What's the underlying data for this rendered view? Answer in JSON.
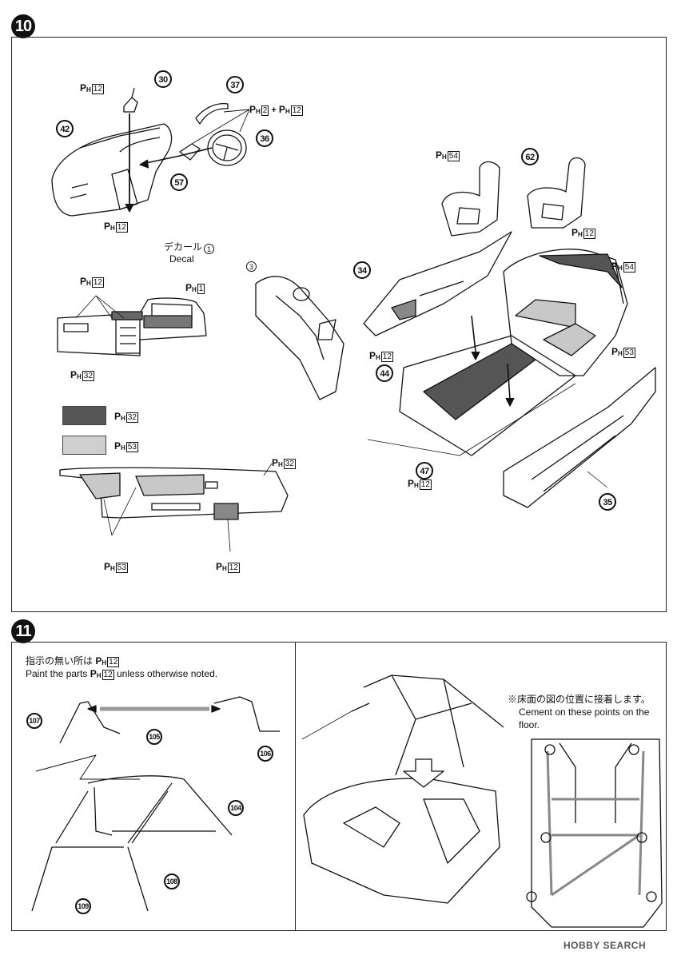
{
  "step10": {
    "number": "10",
    "callouts": {
      "c30": "30",
      "c37": "37",
      "c42": "42",
      "c36": "36",
      "c57": "57",
      "c62": "62",
      "c34": "34",
      "c44": "44",
      "c47": "47",
      "c35": "35",
      "c3": "3",
      "c1": "1"
    },
    "paint_prefix": "P",
    "paint_sub": "H",
    "paint_codes": {
      "ph12": "12",
      "ph2": "2",
      "ph54": "54",
      "ph1": "1",
      "ph32": "32",
      "ph53": "53"
    },
    "plus": "+",
    "decal_jp": "デカール",
    "decal_en": "Decal",
    "colors": {
      "ph32_swatch": "#555555",
      "ph53_swatch": "#cfcfcf"
    }
  },
  "step11": {
    "number": "11",
    "note_jp": "指示の無い所は",
    "note_en_a": "Paint the parts",
    "note_en_b": "unless otherwise noted.",
    "callouts": {
      "c107": "107",
      "c105": "105",
      "c106": "106",
      "c104": "104",
      "c108": "108",
      "c109": "109"
    },
    "floor_note_jp": "※床面の図の位置に接着します。",
    "floor_note_en_1": "Cement on these points on the",
    "floor_note_en_2": "floor."
  },
  "watermark": "HOBBY SEARCH"
}
